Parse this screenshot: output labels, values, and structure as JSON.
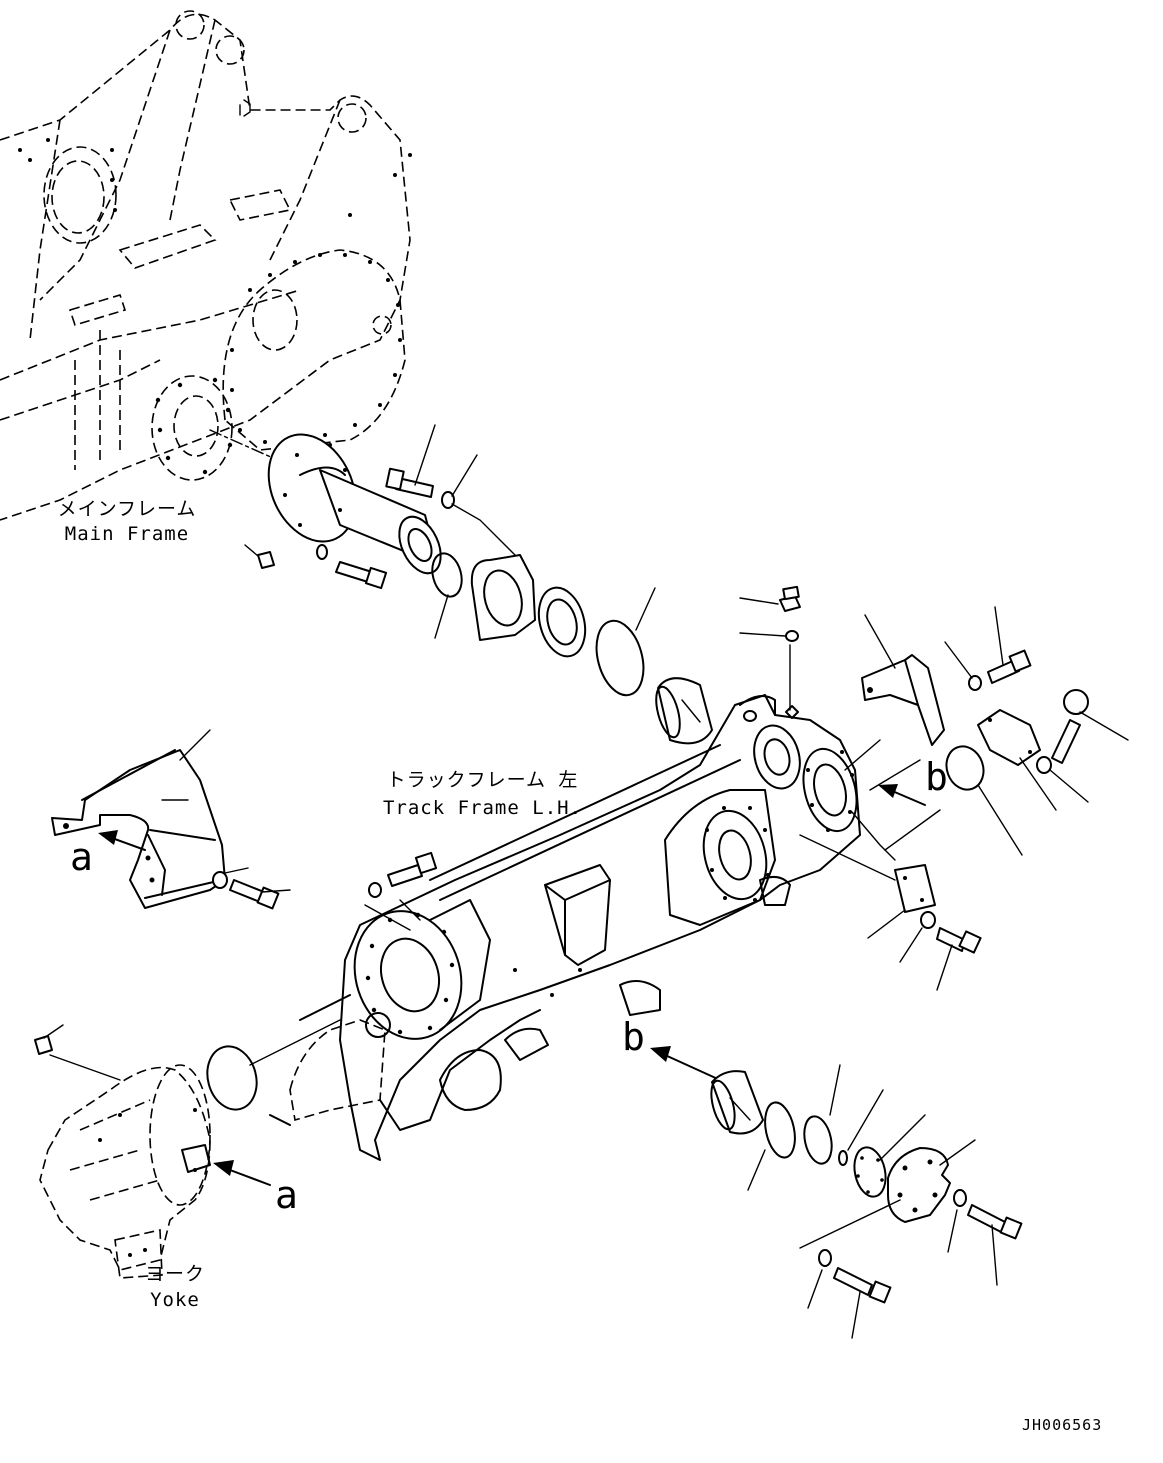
{
  "labels": {
    "main_frame_jp": "メインフレーム",
    "main_frame_en": "Main Frame",
    "track_frame_jp": "トラックフレーム 左",
    "track_frame_en": "Track Frame L.H.",
    "yoke_jp": "ヨーク",
    "yoke_en": "Yoke"
  },
  "callouts": {
    "a_cover": "a",
    "a_yoke": "a",
    "b_upper": "b",
    "b_lower": "b"
  },
  "drawing_code": "JH006563"
}
